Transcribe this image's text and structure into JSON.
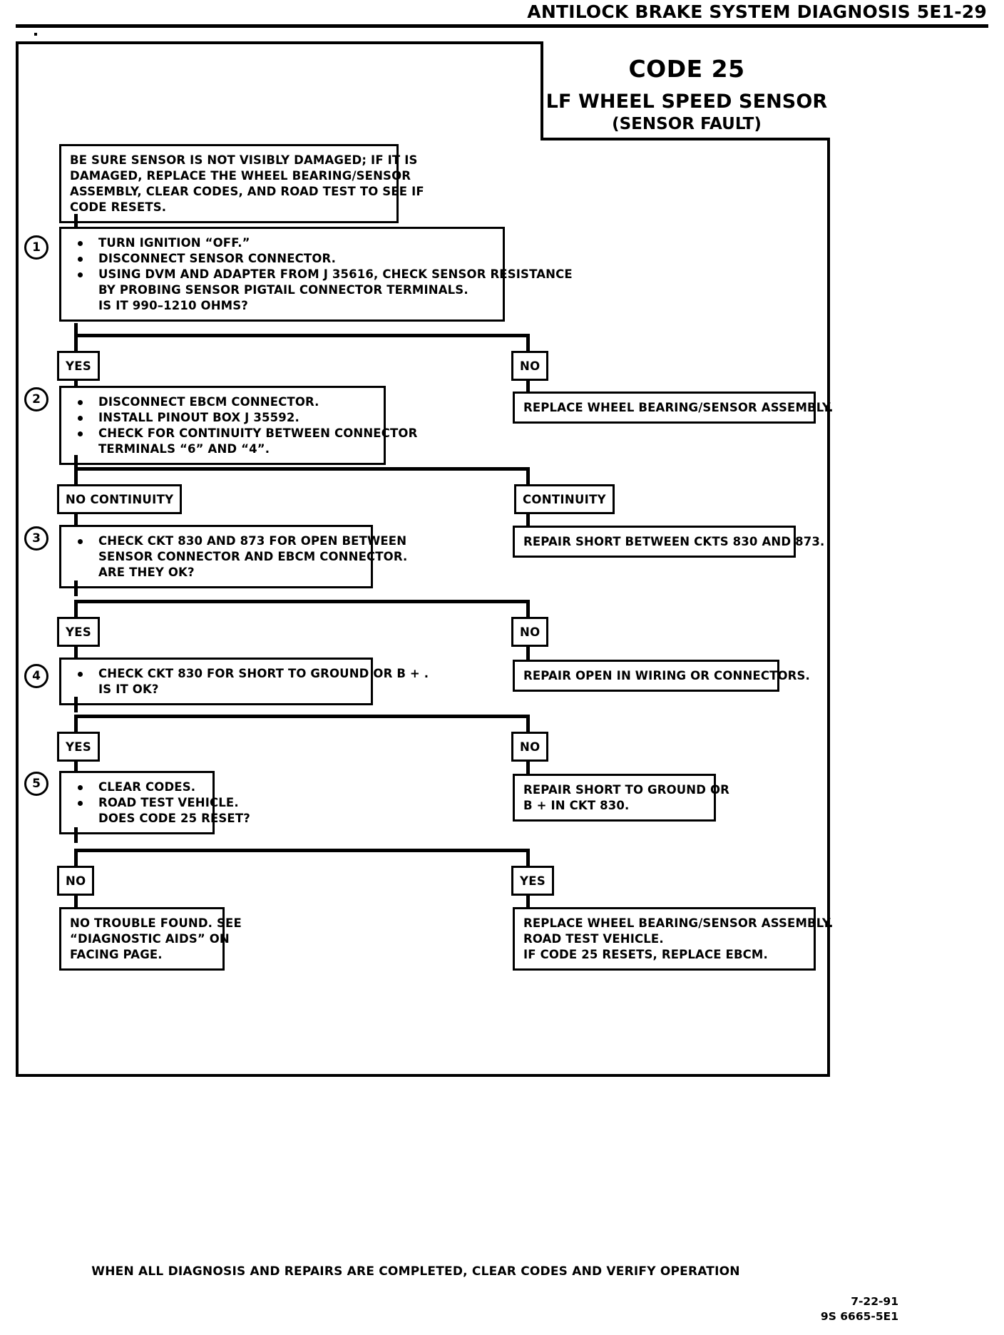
{
  "header": {
    "title": "ANTILOCK BRAKE SYSTEM DIAGNOSIS  5E1-29"
  },
  "title_block": {
    "code": "CODE 25",
    "subject": "LF WHEEL SPEED SENSOR",
    "qualifier": "(SENSOR FAULT)"
  },
  "intro_box": {
    "lines": [
      "BE SURE SENSOR IS NOT VISIBLY DAMAGED; IF IT IS",
      "DAMAGED, REPLACE THE WHEEL BEARING/SENSOR",
      "ASSEMBLY, CLEAR CODES, AND ROAD TEST TO SEE IF",
      "CODE RESETS."
    ]
  },
  "steps": [
    {
      "number": "1",
      "bullets": [
        {
          "lines": [
            "TURN IGNITION “OFF.”"
          ]
        },
        {
          "lines": [
            "DISCONNECT SENSOR CONNECTOR."
          ]
        },
        {
          "lines": [
            "USING DVM AND ADAPTER FROM J 35616, CHECK SENSOR RESISTANCE",
            "BY PROBING SENSOR PIGTAIL CONNECTOR TERMINALS.",
            "IS IT 990–1210 OHMS?"
          ]
        }
      ]
    },
    {
      "number": "2",
      "bullets": [
        {
          "lines": [
            "DISCONNECT EBCM CONNECTOR."
          ]
        },
        {
          "lines": [
            "INSTALL PINOUT BOX J 35592."
          ]
        },
        {
          "lines": [
            "CHECK FOR CONTINUITY BETWEEN CONNECTOR",
            "TERMINALS “6” AND “4”."
          ]
        }
      ]
    },
    {
      "number": "3",
      "bullets": [
        {
          "lines": [
            "CHECK CKT 830 AND 873 FOR OPEN BETWEEN",
            "SENSOR CONNECTOR AND EBCM CONNECTOR.",
            "ARE THEY OK?"
          ]
        }
      ]
    },
    {
      "number": "4",
      "bullets": [
        {
          "lines": [
            "CHECK CKT 830 FOR SHORT TO GROUND OR B + .",
            "IS IT OK?"
          ]
        }
      ]
    },
    {
      "number": "5",
      "bullets": [
        {
          "lines": [
            "CLEAR CODES."
          ]
        },
        {
          "lines": [
            "ROAD TEST VEHICLE.",
            "DOES CODE 25 RESET?"
          ]
        }
      ]
    }
  ],
  "branch_labels": {
    "yes1": "YES",
    "no1": "NO",
    "no_continuity": "NO CONTINUITY",
    "continuity": "CONTINUITY",
    "yes3": "YES",
    "no3": "NO",
    "yes4": "YES",
    "no4": "NO",
    "no5": "NO",
    "yes5": "YES"
  },
  "results": {
    "replace_assembly_1": {
      "lines": [
        "REPLACE WHEEL BEARING/SENSOR ASSEMBLY."
      ]
    },
    "repair_short_ckts": {
      "lines": [
        "REPAIR SHORT BETWEEN CKTS 830 AND 873."
      ]
    },
    "repair_open": {
      "lines": [
        "REPAIR OPEN IN WIRING OR CONNECTORS."
      ]
    },
    "repair_short_ground": {
      "lines": [
        "REPAIR SHORT TO GROUND OR",
        "B +  IN CKT 830."
      ]
    },
    "no_trouble_found": {
      "lines": [
        "NO TROUBLE FOUND.  SEE",
        "“DIAGNOSTIC AIDS” ON",
        "FACING PAGE."
      ]
    },
    "replace_assembly_2": {
      "lines": [
        "REPLACE WHEEL BEARING/SENSOR ASSEMBLY.",
        "ROAD TEST VEHICLE.",
        "IF CODE 25 RESETS, REPLACE EBCM."
      ]
    }
  },
  "footer": {
    "note": "WHEN ALL DIAGNOSIS AND REPAIRS ARE COMPLETED, CLEAR CODES AND VERIFY OPERATION",
    "date": "7-22-91",
    "doc_code": "9S 6665-5E1"
  }
}
